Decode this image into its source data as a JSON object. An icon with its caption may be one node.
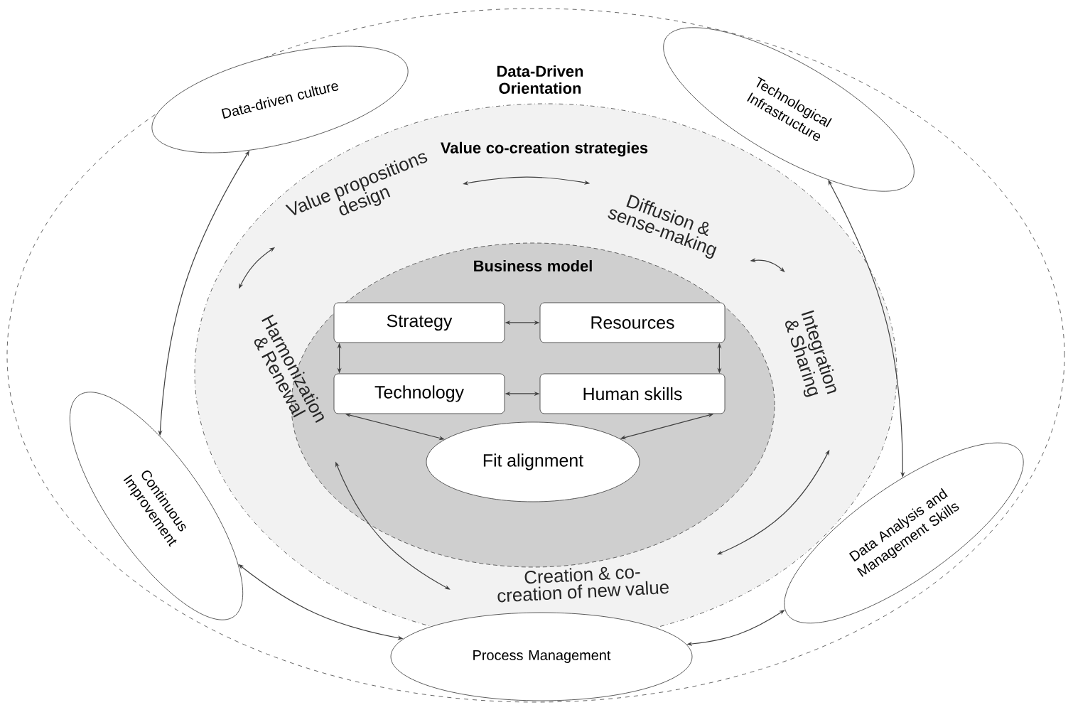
{
  "diagram": {
    "nodes": [
      {
        "text": [
          "Data-Driven Orientation"
        ]
      },
      {
        "text": [
          "Data-driven culture"
        ],
        "in": 0
      },
      {
        "text": [
          "Technological Infrastructure"
        ],
        "in": 0
      },
      {
        "text": [
          "Value co-creation strategies"
        ],
        "in": 0
      },
      {
        "text": [
          "Business model"
        ],
        "in": 3
      },
      {
        "text": [
          "Strategy"
        ],
        "in": 4
      },
      {
        "text": [
          "Resources"
        ],
        "in": 4
      },
      {
        "text": [
          "Technology"
        ],
        "in": 4
      },
      {
        "text": [
          "Human skills"
        ],
        "in": 4
      },
      {
        "text": [
          "Fit alignment"
        ],
        "in": 4
      },
      {
        "text": [
          "Value propositions design"
        ],
        "in": 3
      },
      {
        "text": [
          "Diffusion & sense-making"
        ],
        "in": 3
      },
      {
        "text": [
          "Integration & Sharing"
        ],
        "in": 3
      },
      {
        "text": [
          "Creation & co-creation of new value"
        ],
        "in": 3
      },
      {
        "text": [
          "Harmonization & Renewal"
        ],
        "in": 3
      },
      {
        "text": [
          "Continuous Improvement"
        ],
        "in": 0
      },
      {
        "text": [
          "Process Management"
        ],
        "in": 0
      },
      {
        "text": [
          "Data Analysis and Management Skills"
        ],
        "in": 0
      }
    ],
    "edges": [
      {
        "from": 5,
        "to": 6,
        "arrow": "both"
      },
      {
        "from": 5,
        "to": 7,
        "arrow": "both"
      },
      {
        "from": 6,
        "to": 8,
        "arrow": "both"
      },
      {
        "from": 7,
        "to": 8,
        "arrow": "both"
      },
      {
        "from": 7,
        "to": 9,
        "arrow": "both"
      },
      {
        "from": 8,
        "to": 9,
        "arrow": "both"
      },
      {
        "from": 10,
        "to": 11,
        "arrow": "both"
      },
      {
        "from": 11,
        "to": 12,
        "arrow": "both"
      },
      {
        "from": 12,
        "to": 13,
        "arrow": "both"
      },
      {
        "from": 13,
        "to": 14,
        "arrow": "both"
      },
      {
        "from": 14,
        "to": 10,
        "arrow": "both"
      },
      {
        "from": 1,
        "to": 15,
        "arrow": "both"
      },
      {
        "from": 2,
        "to": 17,
        "arrow": "both"
      },
      {
        "from": 15,
        "to": 16,
        "arrow": "both"
      },
      {
        "from": 16,
        "to": 17,
        "arrow": "both"
      }
    ]
  }
}
